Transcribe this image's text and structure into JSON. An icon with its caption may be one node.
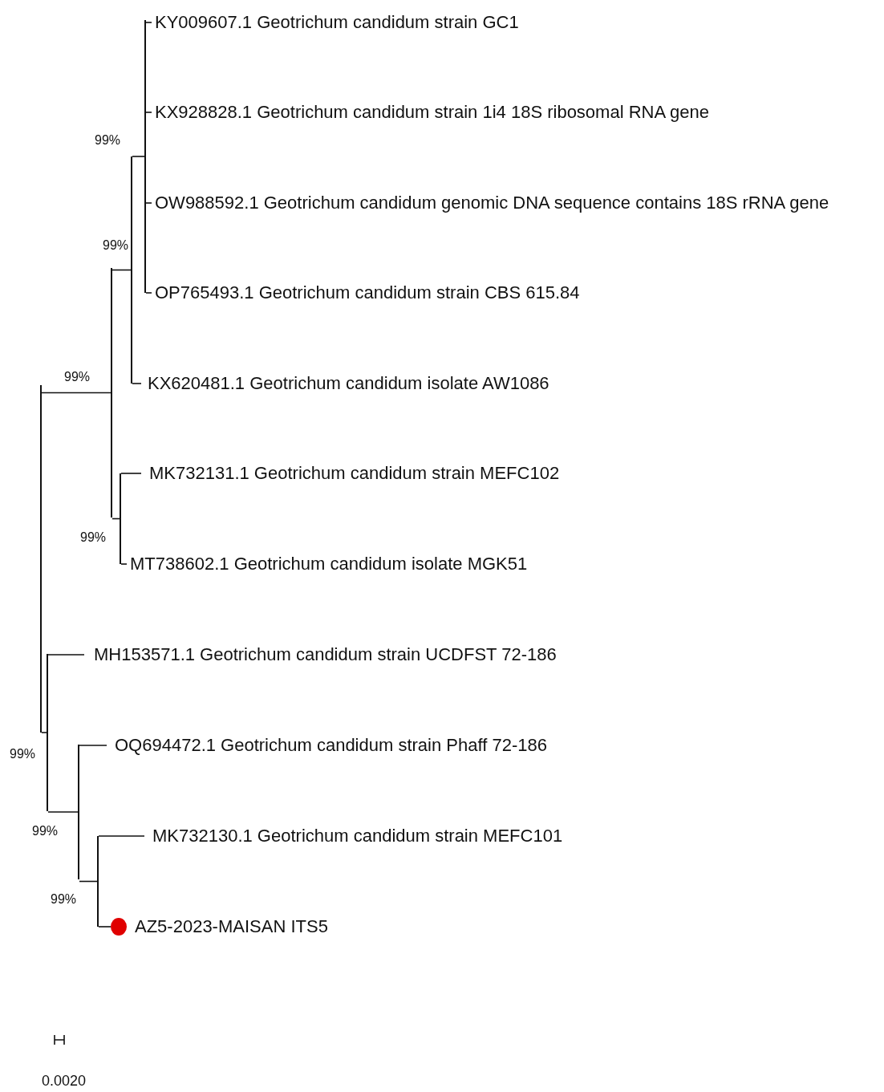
{
  "diagram": {
    "nodes": [
      {
        "text": [],
        "shape": "bar"
      },
      {
        "text": [],
        "shape": "bar",
        "beside": [
          "99%"
        ]
      },
      {
        "text": [],
        "shape": "bar",
        "beside": [
          "99%"
        ]
      },
      {
        "text": [],
        "shape": "bar",
        "beside": [
          "99%"
        ]
      },
      {
        "text": [
          "KY009607.1 Geotrichum candidum strain GC1"
        ]
      },
      {
        "text": [
          "KX928828.1 Geotrichum candidum strain 1i4 18S ribosomal RNA gene"
        ]
      },
      {
        "text": [
          "OW988592.1 Geotrichum candidum genomic DNA sequence contains 18S rRNA gene"
        ]
      },
      {
        "text": [
          "OP765493.1 Geotrichum candidum strain CBS 615.84"
        ]
      },
      {
        "text": [
          "KX620481.1 Geotrichum candidum isolate AW1086"
        ]
      },
      {
        "text": [],
        "shape": "bar",
        "beside": [
          "99%"
        ]
      },
      {
        "text": [
          "MK732131.1 Geotrichum candidum strain MEFC102"
        ]
      },
      {
        "text": [
          "MT738602.1 Geotrichum candidum isolate MGK51"
        ]
      },
      {
        "text": [],
        "shape": "bar",
        "beside": [
          "99%"
        ]
      },
      {
        "text": [
          "MH153571.1 Geotrichum candidum strain UCDFST 72-186"
        ]
      },
      {
        "text": [],
        "shape": "bar",
        "beside": [
          "99%"
        ]
      },
      {
        "text": [
          "OQ694472.1 Geotrichum candidum strain Phaff 72-186"
        ]
      },
      {
        "text": [],
        "shape": "bar",
        "beside": [
          "99%"
        ]
      },
      {
        "text": [
          "MK732130.1 Geotrichum candidum strain MEFC101"
        ]
      },
      {
        "text": [
          "AZ5-2023-MAISAN ITS5"
        ]
      }
    ],
    "edges": [
      {
        "from": 0,
        "to": 1,
        "arrow": "none"
      },
      {
        "from": 1,
        "to": 2,
        "arrow": "none"
      },
      {
        "from": 2,
        "to": 3,
        "arrow": "none"
      },
      {
        "from": 3,
        "to": 4,
        "arrow": "none"
      },
      {
        "from": 3,
        "to": 5,
        "arrow": "none"
      },
      {
        "from": 3,
        "to": 6,
        "arrow": "none"
      },
      {
        "from": 3,
        "to": 7,
        "arrow": "none"
      },
      {
        "from": 2,
        "to": 8,
        "arrow": "none"
      },
      {
        "from": 1,
        "to": 9,
        "arrow": "none"
      },
      {
        "from": 9,
        "to": 10,
        "arrow": "none"
      },
      {
        "from": 9,
        "to": 11,
        "arrow": "none"
      },
      {
        "from": 0,
        "to": 12,
        "arrow": "none"
      },
      {
        "from": 12,
        "to": 13,
        "arrow": "none"
      },
      {
        "from": 12,
        "to": 14,
        "arrow": "none"
      },
      {
        "from": 14,
        "to": 15,
        "arrow": "none"
      },
      {
        "from": 14,
        "to": 16,
        "arrow": "none"
      },
      {
        "from": 16,
        "to": 17,
        "arrow": "none"
      },
      {
        "from": 16,
        "to": 18,
        "arrow": "none"
      }
    ],
    "labels": [
      "0.0020"
    ]
  }
}
